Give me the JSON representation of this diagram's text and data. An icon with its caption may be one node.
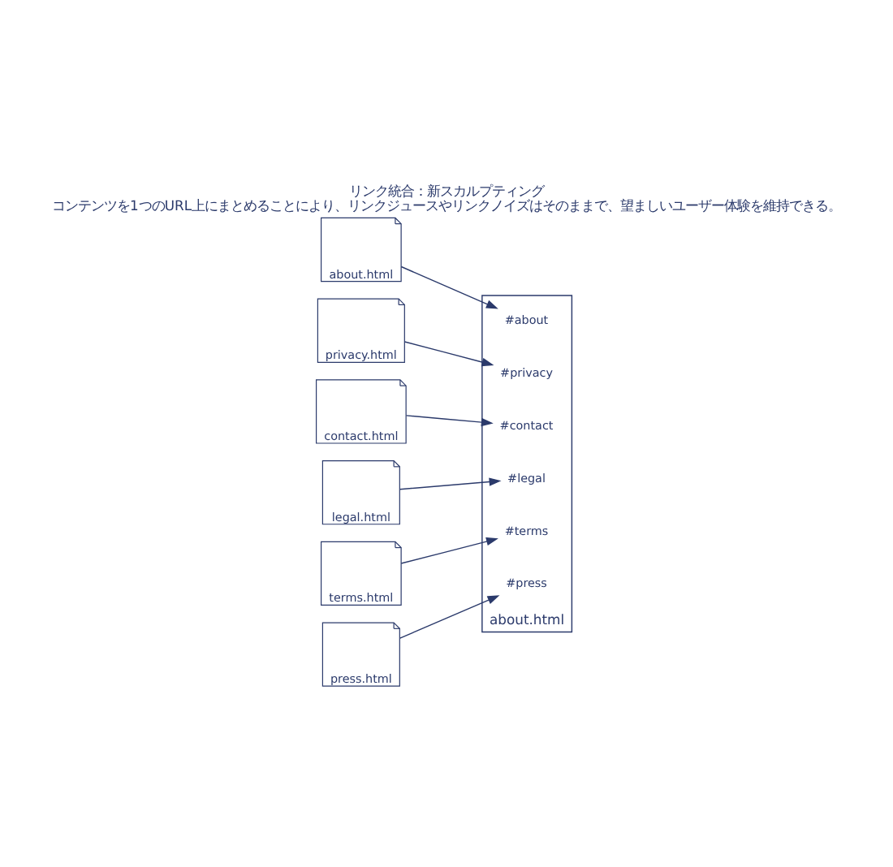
{
  "diagram": {
    "title": "リンク統合：新スカルプティング",
    "caption": "コンテンツを1つのURL上にまとめることにより、リンクジュースやリンクノイズはそのままで、望ましいユーザー体験を維持できる。",
    "nodes": [
      {
        "text": [
          "about.html"
        ]
      },
      {
        "text": [
          "privacy.html"
        ]
      },
      {
        "text": [
          "contact.html"
        ]
      },
      {
        "text": [
          "legal.html"
        ]
      },
      {
        "text": [
          "terms.html"
        ]
      },
      {
        "text": [
          "press.html"
        ]
      },
      {
        "text": [
          "about.html"
        ]
      },
      {
        "text": [
          "#about"
        ],
        "in": 6
      },
      {
        "text": [
          "#press"
        ],
        "in": 6
      },
      {
        "text": [
          "#contact"
        ],
        "in": 6
      },
      {
        "text": [
          "#legal"
        ],
        "in": 6
      },
      {
        "text": [
          "#privacy"
        ],
        "in": 6
      },
      {
        "text": [
          "#terms"
        ],
        "in": 6
      }
    ],
    "edges": [
      {
        "from": 0,
        "to": 7,
        "arrow": "to"
      },
      {
        "from": 1,
        "to": 11,
        "arrow": "to"
      },
      {
        "from": 2,
        "to": 9,
        "arrow": "to"
      },
      {
        "from": 3,
        "to": 10,
        "arrow": "to"
      },
      {
        "from": 5,
        "to": 8,
        "arrow": "to"
      },
      {
        "from": 4,
        "to": 12,
        "arrow": "to"
      }
    ]
  }
}
